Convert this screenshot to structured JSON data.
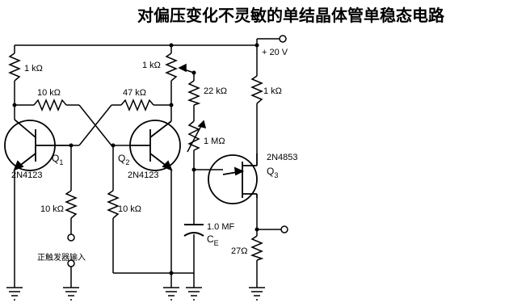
{
  "title": "对偏压变化不灵敏的单结晶体管单稳态电路",
  "supply": {
    "label": "+ 20 V"
  },
  "resistors": {
    "r_left_top": "1 kΩ",
    "r_cross_1": "10 kΩ",
    "r_cross_2": "47 kΩ",
    "r_pot": "1 kΩ",
    "r_22k": "22 kΩ",
    "r_q3_top": "1 kΩ",
    "r_var_1m": "1 MΩ",
    "r_q1_base": "10 kΩ",
    "r_q2_base": "10 kΩ",
    "r_27": "27Ω"
  },
  "transistors": {
    "q1": {
      "ref": "Q",
      "sub": "1",
      "part": "2N4123"
    },
    "q2": {
      "ref": "Q",
      "sub": "2",
      "part": "2N4123"
    },
    "q3": {
      "ref": "Q",
      "sub": "3",
      "part": "2N4853"
    }
  },
  "capacitor": {
    "value": "1.0 MF",
    "ref": "C",
    "sub": "E"
  },
  "trigger_input": {
    "label": "正触发器输入"
  },
  "colors": {
    "ink": "#000000",
    "background": "#ffffff"
  }
}
